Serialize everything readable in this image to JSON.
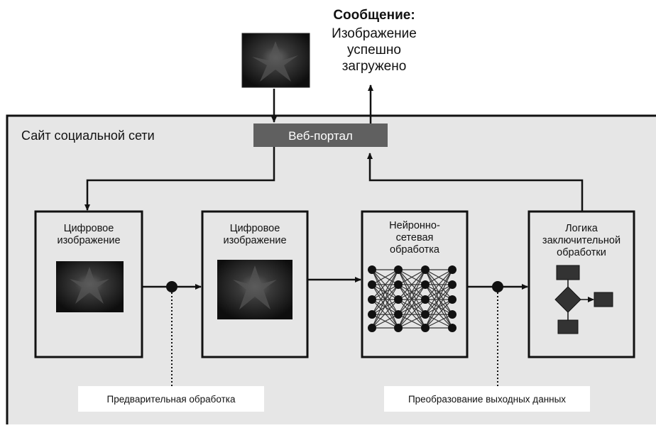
{
  "message": {
    "title": "Сообщение:",
    "lines": [
      "Изображение",
      "успешно",
      "загружено"
    ]
  },
  "site": {
    "label": "Сайт социальной сети"
  },
  "portal": {
    "label": "Веб-портал"
  },
  "boxes": [
    {
      "lines": [
        "Цифровое",
        "изображение"
      ]
    },
    {
      "lines": [
        "Цифровое",
        "изображение"
      ]
    },
    {
      "lines": [
        "Нейронно-",
        "сетевая",
        "обработка"
      ]
    },
    {
      "lines": [
        "Логика",
        "заключительной",
        "обработки"
      ]
    }
  ],
  "steps": {
    "preprocessing": "Предварительная обработка",
    "output_transform": "Преобразование выходных данных"
  },
  "colors": {
    "panel_background": "#e6e6e6",
    "portal_fill": "#606060",
    "image_dark": "#1a1a1a",
    "node_fill": "#111111",
    "flowchart_fill": "#333333"
  }
}
